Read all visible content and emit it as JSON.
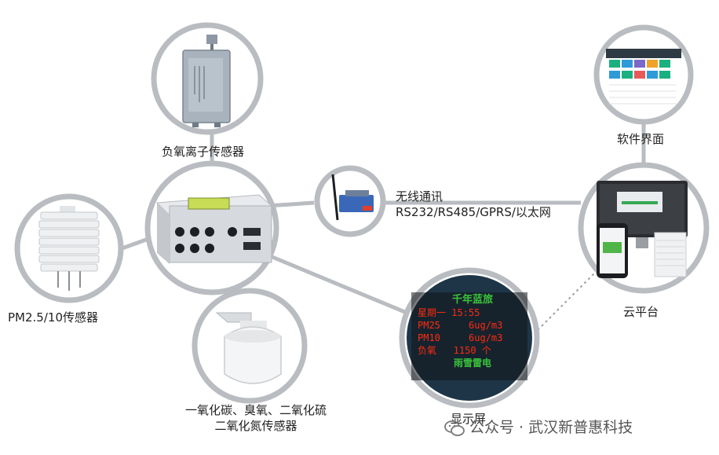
{
  "nodes": {
    "anion_sensor": {
      "label": "负氧离子传感器"
    },
    "pm_sensor": {
      "label": "PM2.5/10传感器"
    },
    "gas_sensor": {
      "label_line1": "一氧化碳、臭氧、二氧化硫",
      "label_line2": "二氧化氮传感器"
    },
    "wireless": {
      "label_line1": "无线通讯",
      "label_line2": "RS232/RS485/GPRS/以太网"
    },
    "software": {
      "label": "软件界面"
    },
    "cloud": {
      "label": "云平台"
    },
    "display": {
      "label": "显示屏",
      "led_lines": [
        "千年蓝旅",
        "星期一 15:55",
        "PM25     6ug/m3",
        "PM10     6ug/m3",
        "负氧   1150 个",
        "雨雪雷电"
      ]
    }
  },
  "watermark": {
    "text": "公众号 · 武汉新普惠科技"
  },
  "colors": {
    "ring": "#b9bcc0",
    "device_body": "#dcdfe3",
    "lcd_green": "#c8dc55",
    "led_red": "#ff2a10",
    "led_green": "#3ac23a"
  }
}
